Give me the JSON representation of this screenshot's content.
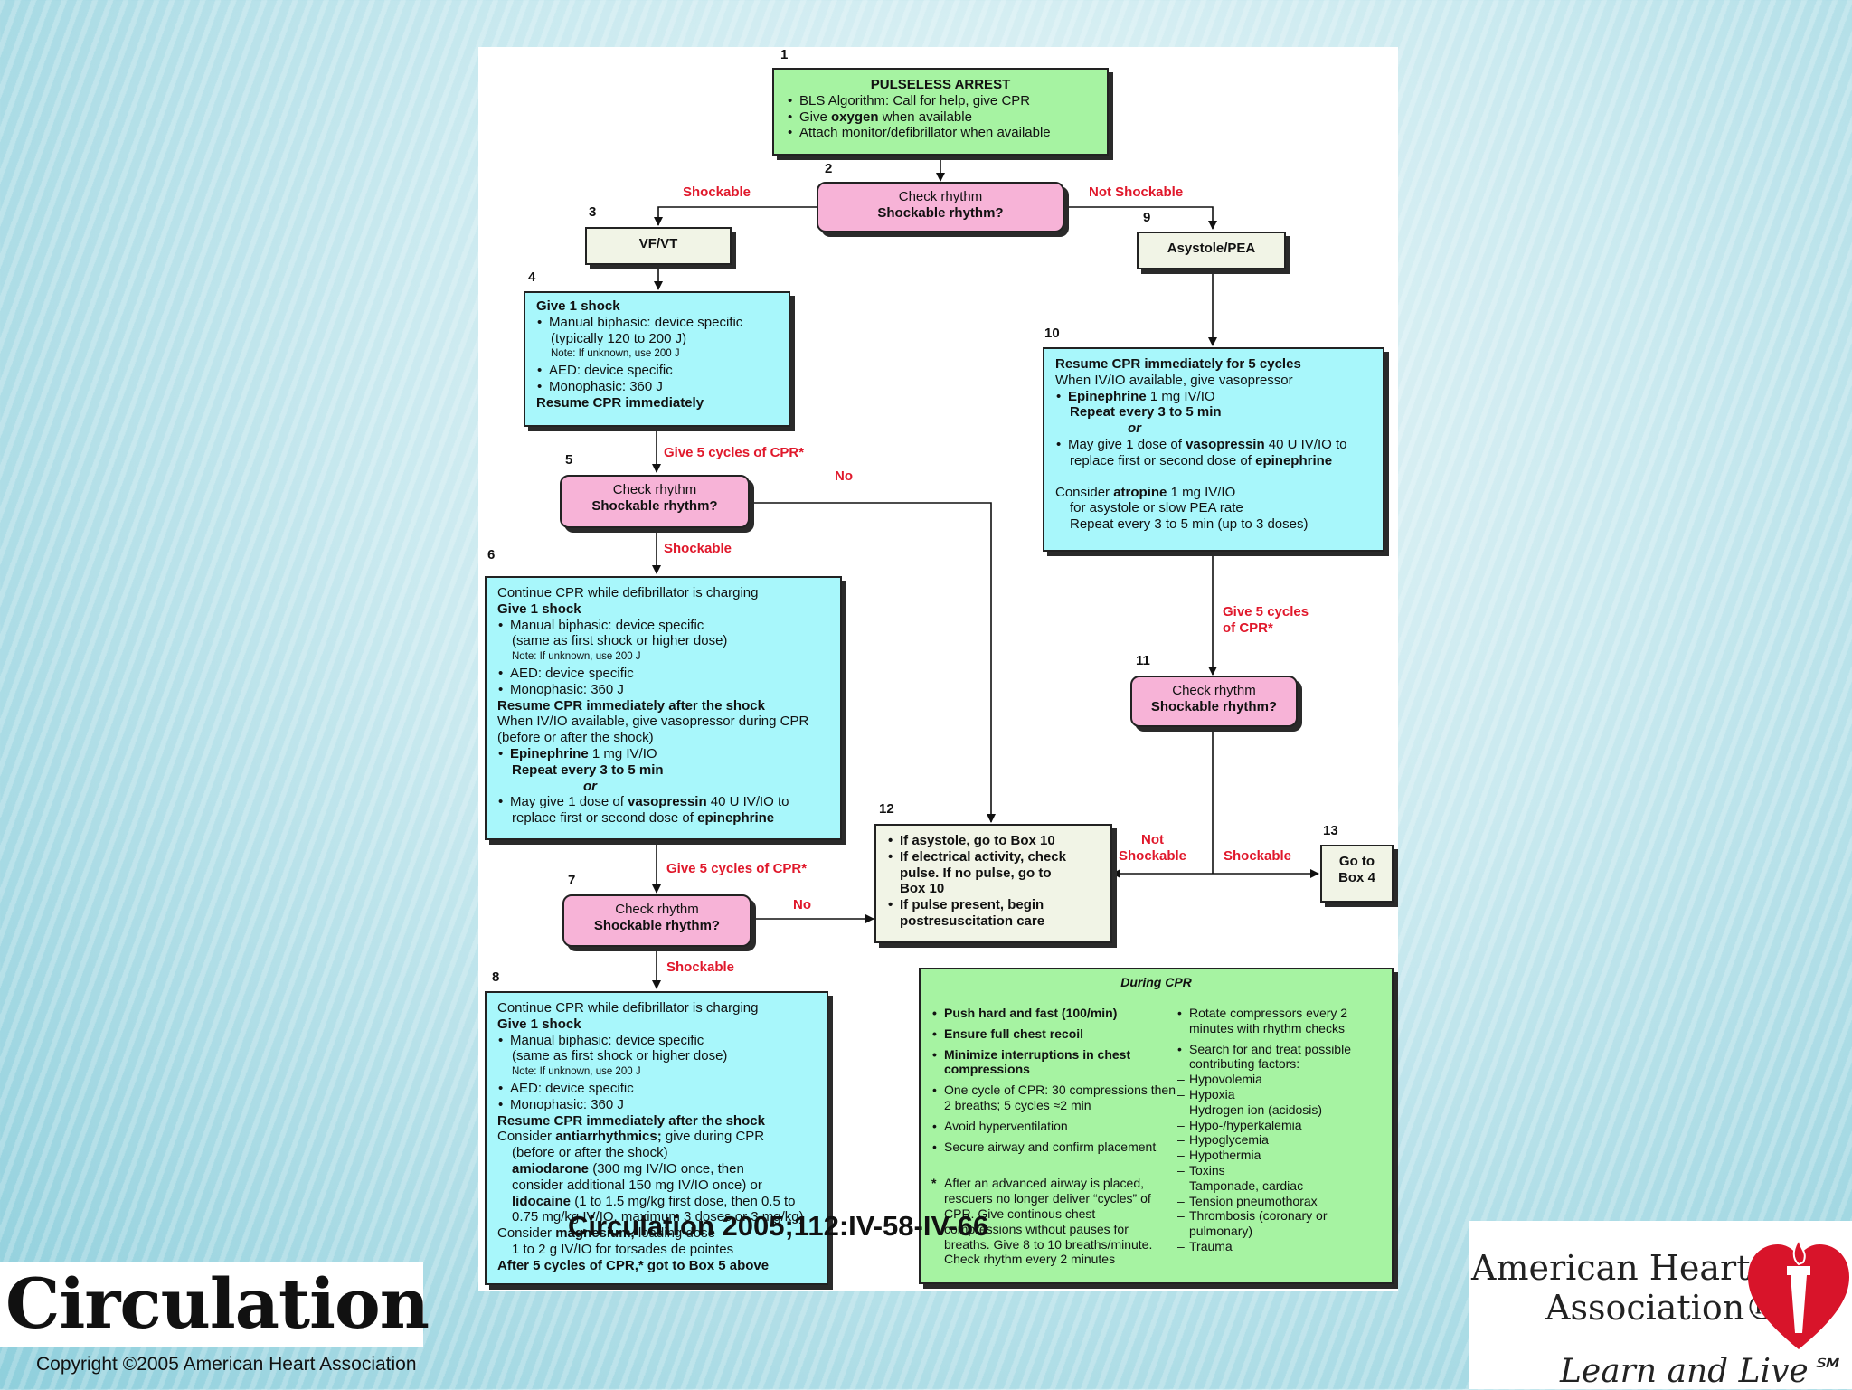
{
  "boxes": {
    "b1": {
      "num": "1",
      "title": "PULSELESS ARREST",
      "lines": [
        "BLS Algorithm: Call for help, give CPR",
        "Give ",
        "oxygen",
        " when available",
        "Attach monitor/defibrillator when available"
      ]
    },
    "b2": {
      "num": "2",
      "line1": "Check rhythm",
      "line2": "Shockable rhythm?"
    },
    "b3": {
      "num": "3",
      "text": "VF/VT"
    },
    "b4": {
      "num": "4",
      "title": "Give 1 shock",
      "l1": "Manual biphasic: device specific",
      "l2": "(typically 120 to 200 J)",
      "note": "Note: If unknown, use 200 J",
      "l3": "AED: device specific",
      "l4": "Monophasic: 360 J",
      "l5": "Resume CPR immediately"
    },
    "b5": {
      "num": "5",
      "line1": "Check rhythm",
      "line2": "Shockable rhythm?"
    },
    "b6": {
      "num": "6",
      "l0": "Continue CPR while defibrillator is charging",
      "title": "Give 1 shock",
      "l1": "Manual biphasic: device specific",
      "l2": "(same as first shock or higher dose)",
      "note": "Note: If unknown, use 200 J",
      "l3": "AED: device specific",
      "l4": "Monophasic: 360 J",
      "l5": "Resume CPR immediately after the shock",
      "l6": "When IV/IO available, give vasopressor during CPR",
      "l7": "(before or after the shock)",
      "epi": "Epinephrine",
      "epi_rest": " 1 mg IV/IO",
      "repeat": "Repeat every 3 to 5 min",
      "or": "or",
      "vaso_a": "May give 1 dose of ",
      "vaso": "vasopressin",
      "vaso_b": " 40 U IV/IO to",
      "vaso_c": "replace first or second dose of ",
      "epi2": "epinephrine"
    },
    "b7": {
      "num": "7",
      "line1": "Check rhythm",
      "line2": "Shockable rhythm?"
    },
    "b8": {
      "num": "8",
      "l0": "Continue CPR while defibrillator is charging",
      "title": "Give 1 shock",
      "l1": "Manual biphasic: device specific",
      "l2": "(same as first shock or higher dose)",
      "note": "Note: If unknown, use 200 J",
      "l3": "AED: device specific",
      "l4": "Monophasic: 360 J",
      "l5": "Resume CPR immediately after the shock",
      "l6a": "Consider ",
      "l6b": "antiarrhythmics;",
      "l6c": " give during CPR",
      "l7": "(before or after the shock)",
      "amio": "amiodarone",
      "amio_rest": " (300 mg IV/IO once, then",
      "amio2": "consider additional 150 mg IV/IO once) or",
      "lido": "lidocaine",
      "lido_rest": " (1 to 1.5 mg/kg first dose, then 0.5 to",
      "lido2": "0.75 mg/kg IV/IO, maximum 3 doses or 3 mg/kg)",
      "mag_a": "Consider ",
      "mag": "magnesium,",
      "mag_b": " loading dose",
      "mag2": "1 to 2 g IV/IO for torsades de pointes",
      "last": "After 5 cycles of CPR,* got to Box 5 above"
    },
    "b9": {
      "num": "9",
      "text": "Asystole/PEA"
    },
    "b10": {
      "num": "10",
      "title": "Resume CPR immediately for 5 cycles",
      "l1": "When IV/IO available, give vasopressor",
      "epi": "Epinephrine",
      "epi_rest": " 1 mg IV/IO",
      "repeat": "Repeat every 3 to 5 min",
      "or": "or",
      "vaso_a": "May give 1 dose of ",
      "vaso": "vasopressin",
      "vaso_b": " 40 U IV/IO to",
      "vaso_c": "replace first or second dose of ",
      "epi2": "epinephrine",
      "atro_a": "Consider ",
      "atro": "atropine",
      "atro_b": " 1 mg IV/IO",
      "atro2": "for asystole or slow PEA rate",
      "atro3": "Repeat every 3 to 5 min (up to 3 doses)"
    },
    "b11": {
      "num": "11",
      "line1": "Check rhythm",
      "line2": "Shockable rhythm?"
    },
    "b12": {
      "num": "12",
      "l1": "If asystole, go to Box 10",
      "l2": "If electrical activity, check",
      "l2b": "pulse. If no pulse, go to",
      "l2c": "Box 10",
      "l3": "If pulse present, begin",
      "l3b": "postresuscitation care"
    },
    "b13": {
      "num": "13",
      "line1": "Go to",
      "line2": "Box 4"
    }
  },
  "labels": {
    "shockable": "Shockable",
    "not_shockable": "Not Shockable",
    "give5": "Give 5 cycles of CPR*",
    "no": "No",
    "give5_a": "Give 5 cycles",
    "give5_b": "of CPR*",
    "not_a": "Not",
    "not_b": "Shockable"
  },
  "during_cpr": {
    "title": "During CPR",
    "left": [
      "Push hard and fast (100/min)",
      "Ensure full chest recoil",
      "Minimize interruptions in chest compressions",
      "One cycle of CPR: 30 compressions then 2 breaths; 5 cycles ≈2 min",
      "Avoid hyperventilation",
      "Secure airway and confirm placement"
    ],
    "footnote": "After an advanced airway is placed, rescuers no longer deliver “cycles” of CPR. Give continous chest compressions without pauses for breaths. Give 8 to 10 breaths/minute. Check rhythm every 2 minutes",
    "right1": "Rotate compressors every 2 minutes with rhythm checks",
    "right2": "Search for and treat possible contributing factors:",
    "factors": [
      "Hypovolemia",
      "Hypoxia",
      "Hydrogen ion (acidosis)",
      "Hypo-/hyperkalemia",
      "Hypoglycemia",
      "Hypothermia",
      "Toxins",
      "Tamponade, cardiac",
      "Tension pneumothorax",
      "Thrombosis (coronary or pulmonary)",
      "Trauma"
    ]
  },
  "citation": "Circulation 2005;112:IV-58-IV-66",
  "journal": "Circulation",
  "copyright": "Copyright ©2005 American Heart Association",
  "aha": {
    "line1": "American Heart",
    "line2": "Association®",
    "tagline": "Learn and Live℠"
  },
  "colors": {
    "green": "#a6f3a2",
    "cyan": "#a8f7fb",
    "pink": "#f7b3d7",
    "red_label": "#e0182b",
    "aha_red": "#d8142a"
  }
}
